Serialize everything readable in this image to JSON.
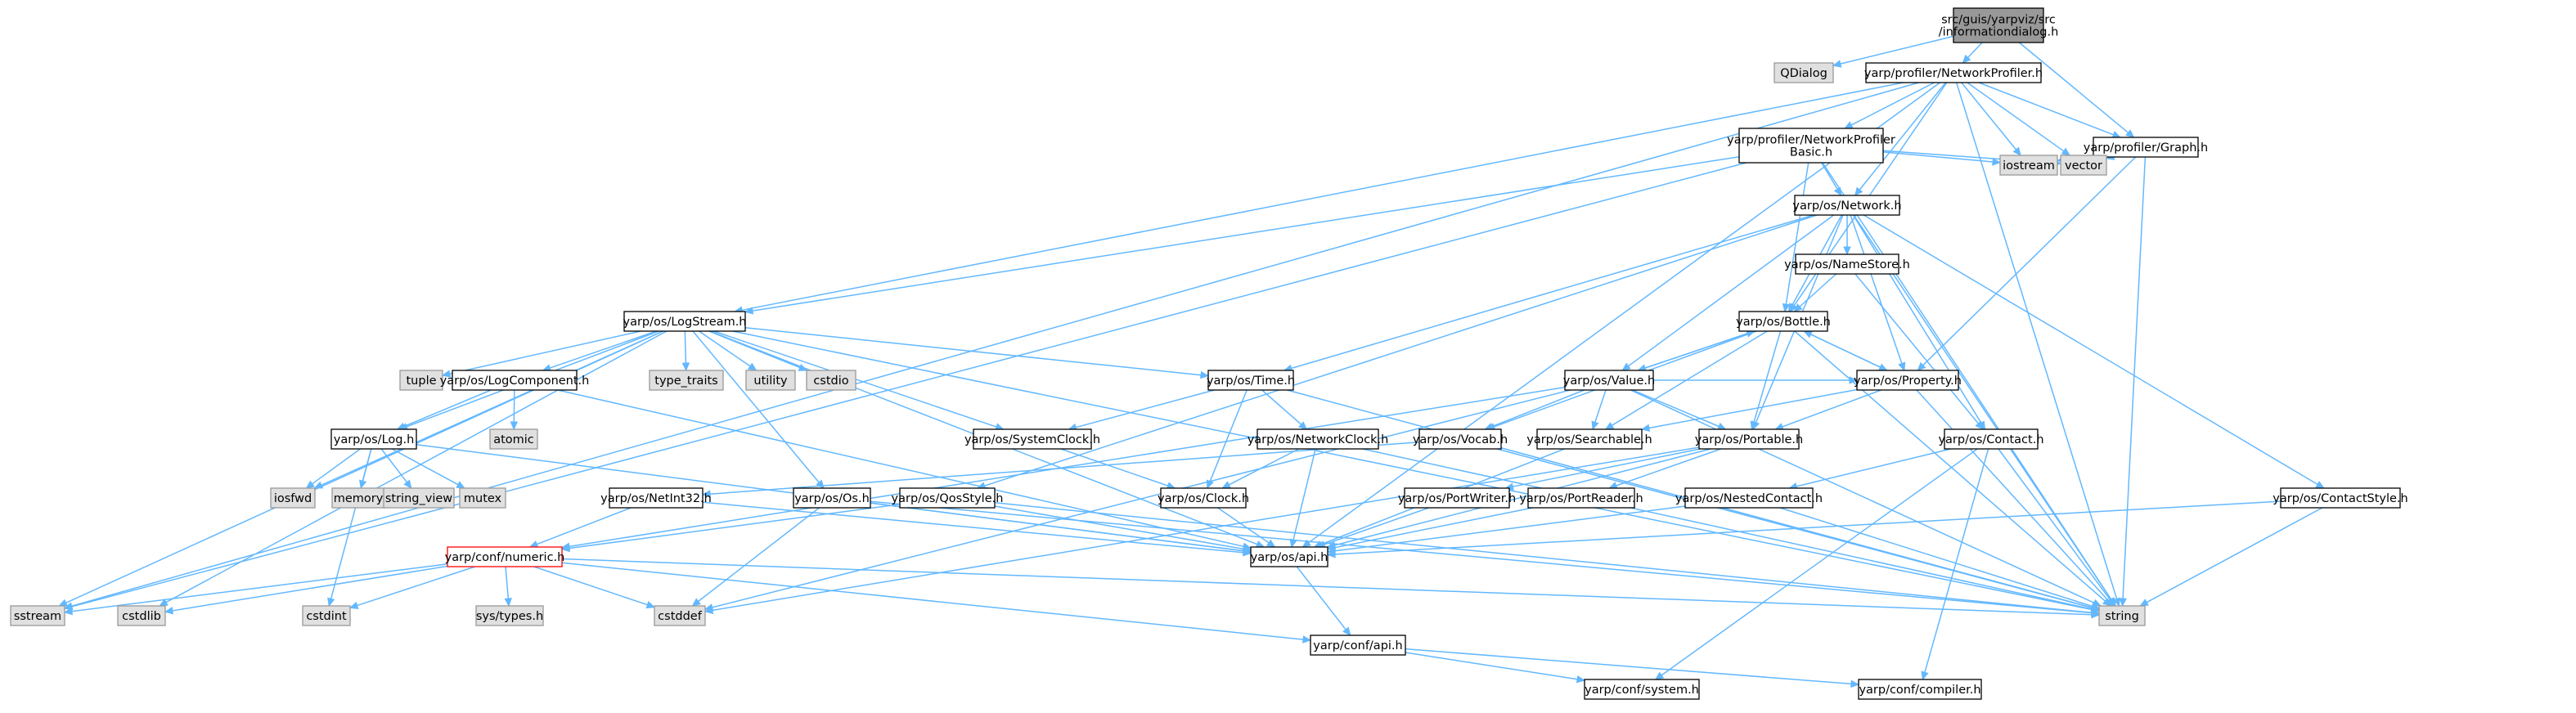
{
  "colors": {
    "edge": "#63b8ff",
    "root_fill": "#999999",
    "header_fill": "#ffffff",
    "header_stroke": "#000000",
    "system_fill": "#e0e0e0",
    "system_stroke": "#999999",
    "highlight_stroke": "#ff0000"
  },
  "nodes": {
    "root": {
      "label": [
        "src/guis/yarpviz/src",
        "/informationdialog.h"
      ],
      "kind": "root"
    },
    "qdialog": {
      "label": [
        "QDialog"
      ],
      "kind": "system"
    },
    "networkprofiler": {
      "label": [
        "yarp/profiler/NetworkProfiler.h"
      ],
      "kind": "header"
    },
    "npbasic": {
      "label": [
        "yarp/profiler/NetworkProfiler",
        "Basic.h"
      ],
      "kind": "header"
    },
    "graph": {
      "label": [
        "yarp/profiler/Graph.h"
      ],
      "kind": "header"
    },
    "iostream": {
      "label": [
        "iostream"
      ],
      "kind": "system"
    },
    "vector": {
      "label": [
        "vector"
      ],
      "kind": "system"
    },
    "network": {
      "label": [
        "yarp/os/Network.h"
      ],
      "kind": "header"
    },
    "namestore": {
      "label": [
        "yarp/os/NameStore.h"
      ],
      "kind": "header"
    },
    "bottle": {
      "label": [
        "yarp/os/Bottle.h"
      ],
      "kind": "header"
    },
    "value": {
      "label": [
        "yarp/os/Value.h"
      ],
      "kind": "header"
    },
    "property": {
      "label": [
        "yarp/os/Property.h"
      ],
      "kind": "header"
    },
    "logstream": {
      "label": [
        "yarp/os/LogStream.h"
      ],
      "kind": "header"
    },
    "tuple": {
      "label": [
        "tuple"
      ],
      "kind": "system"
    },
    "logcomponent": {
      "label": [
        "yarp/os/LogComponent.h"
      ],
      "kind": "header"
    },
    "type_traits": {
      "label": [
        "type_traits"
      ],
      "kind": "system"
    },
    "utility": {
      "label": [
        "utility"
      ],
      "kind": "system"
    },
    "cstdio": {
      "label": [
        "cstdio"
      ],
      "kind": "system"
    },
    "time": {
      "label": [
        "yarp/os/Time.h"
      ],
      "kind": "header"
    },
    "atomic": {
      "label": [
        "atomic"
      ],
      "kind": "system"
    },
    "log": {
      "label": [
        "yarp/os/Log.h"
      ],
      "kind": "header"
    },
    "systemclock": {
      "label": [
        "yarp/os/SystemClock.h"
      ],
      "kind": "header"
    },
    "networkclock": {
      "label": [
        "yarp/os/NetworkClock.h"
      ],
      "kind": "header"
    },
    "vocab": {
      "label": [
        "yarp/os/Vocab.h"
      ],
      "kind": "header"
    },
    "searchable": {
      "label": [
        "yarp/os/Searchable.h"
      ],
      "kind": "header"
    },
    "portable": {
      "label": [
        "yarp/os/Portable.h"
      ],
      "kind": "header"
    },
    "contact": {
      "label": [
        "yarp/os/Contact.h"
      ],
      "kind": "header"
    },
    "iosfwd": {
      "label": [
        "iosfwd"
      ],
      "kind": "system"
    },
    "memory": {
      "label": [
        "memory"
      ],
      "kind": "system"
    },
    "string_view": {
      "label": [
        "string_view"
      ],
      "kind": "system"
    },
    "mutex": {
      "label": [
        "mutex"
      ],
      "kind": "system"
    },
    "netint32": {
      "label": [
        "yarp/os/NetInt32.h"
      ],
      "kind": "header"
    },
    "os": {
      "label": [
        "yarp/os/Os.h"
      ],
      "kind": "header"
    },
    "qosstyle": {
      "label": [
        "yarp/os/QosStyle.h"
      ],
      "kind": "header"
    },
    "clock": {
      "label": [
        "yarp/os/Clock.h"
      ],
      "kind": "header"
    },
    "portwriter": {
      "label": [
        "yarp/os/PortWriter.h"
      ],
      "kind": "header"
    },
    "portreader": {
      "label": [
        "yarp/os/PortReader.h"
      ],
      "kind": "header"
    },
    "nestedcontact": {
      "label": [
        "yarp/os/NestedContact.h"
      ],
      "kind": "header"
    },
    "contactstyle": {
      "label": [
        "yarp/os/ContactStyle.h"
      ],
      "kind": "header"
    },
    "numeric": {
      "label": [
        "yarp/conf/numeric.h"
      ],
      "kind": "highlight"
    },
    "osapi": {
      "label": [
        "yarp/os/api.h"
      ],
      "kind": "header"
    },
    "sstream": {
      "label": [
        "sstream"
      ],
      "kind": "system"
    },
    "cstdlib": {
      "label": [
        "cstdlib"
      ],
      "kind": "system"
    },
    "cstdint": {
      "label": [
        "cstdint"
      ],
      "kind": "system"
    },
    "systypes": {
      "label": [
        "sys/types.h"
      ],
      "kind": "system"
    },
    "cstddef": {
      "label": [
        "cstddef"
      ],
      "kind": "system"
    },
    "string": {
      "label": [
        "string"
      ],
      "kind": "system"
    },
    "confapi": {
      "label": [
        "yarp/conf/api.h"
      ],
      "kind": "header"
    },
    "confsystem": {
      "label": [
        "yarp/conf/system.h"
      ],
      "kind": "header"
    },
    "confcompiler": {
      "label": [
        "yarp/conf/compiler.h"
      ],
      "kind": "header"
    }
  },
  "edges": [
    [
      "root",
      "qdialog"
    ],
    [
      "root",
      "networkprofiler"
    ],
    [
      "root",
      "graph"
    ],
    [
      "networkprofiler",
      "npbasic"
    ],
    [
      "networkprofiler",
      "graph"
    ],
    [
      "networkprofiler",
      "iostream"
    ],
    [
      "networkprofiler",
      "vector"
    ],
    [
      "networkprofiler",
      "network"
    ],
    [
      "networkprofiler",
      "bottle"
    ],
    [
      "networkprofiler",
      "logstream"
    ],
    [
      "networkprofiler",
      "osapi"
    ],
    [
      "networkprofiler",
      "sstream"
    ],
    [
      "networkprofiler",
      "string"
    ],
    [
      "npbasic",
      "iostream"
    ],
    [
      "npbasic",
      "vector"
    ],
    [
      "npbasic",
      "network"
    ],
    [
      "npbasic",
      "bottle"
    ],
    [
      "npbasic",
      "logstream"
    ],
    [
      "npbasic",
      "sstream"
    ],
    [
      "npbasic",
      "string"
    ],
    [
      "graph",
      "iostream"
    ],
    [
      "graph",
      "vector"
    ],
    [
      "graph",
      "property"
    ],
    [
      "graph",
      "string"
    ],
    [
      "network",
      "namestore"
    ],
    [
      "network",
      "bottle"
    ],
    [
      "network",
      "value"
    ],
    [
      "network",
      "property"
    ],
    [
      "network",
      "contact"
    ],
    [
      "network",
      "portable"
    ],
    [
      "network",
      "time"
    ],
    [
      "network",
      "qosstyle"
    ],
    [
      "network",
      "contactstyle"
    ],
    [
      "network",
      "string"
    ],
    [
      "namestore",
      "bottle"
    ],
    [
      "namestore",
      "contact"
    ],
    [
      "bottle",
      "value"
    ],
    [
      "bottle",
      "property"
    ],
    [
      "bottle",
      "portable"
    ],
    [
      "bottle",
      "searchable"
    ],
    [
      "bottle",
      "string"
    ],
    [
      "bottle",
      "vocab"
    ],
    [
      "value",
      "bottle"
    ],
    [
      "value",
      "property"
    ],
    [
      "value",
      "vocab"
    ],
    [
      "value",
      "searchable"
    ],
    [
      "value",
      "portable"
    ],
    [
      "value",
      "numeric"
    ],
    [
      "value",
      "cstddef"
    ],
    [
      "value",
      "string"
    ],
    [
      "property",
      "bottle"
    ],
    [
      "property",
      "portable"
    ],
    [
      "property",
      "searchable"
    ],
    [
      "property",
      "string"
    ],
    [
      "logstream",
      "tuple"
    ],
    [
      "logstream",
      "logcomponent"
    ],
    [
      "logstream",
      "type_traits"
    ],
    [
      "logstream",
      "utility"
    ],
    [
      "logstream",
      "cstdio"
    ],
    [
      "logstream",
      "time"
    ],
    [
      "logstream",
      "log"
    ],
    [
      "logstream",
      "systemclock"
    ],
    [
      "logstream",
      "os"
    ],
    [
      "logstream",
      "iosfwd"
    ],
    [
      "logstream",
      "sstream"
    ],
    [
      "logstream",
      "cstdlib"
    ],
    [
      "logstream",
      "osapi"
    ],
    [
      "logstream",
      "string"
    ],
    [
      "logcomponent",
      "atomic"
    ],
    [
      "logcomponent",
      "log"
    ],
    [
      "logcomponent",
      "osapi"
    ],
    [
      "log",
      "iosfwd"
    ],
    [
      "log",
      "memory"
    ],
    [
      "log",
      "string_view"
    ],
    [
      "log",
      "mutex"
    ],
    [
      "log",
      "cstdint"
    ],
    [
      "log",
      "osapi"
    ],
    [
      "time",
      "systemclock"
    ],
    [
      "time",
      "networkclock"
    ],
    [
      "time",
      "clock"
    ],
    [
      "time",
      "string"
    ],
    [
      "systemclock",
      "clock"
    ],
    [
      "networkclock",
      "clock"
    ],
    [
      "networkclock",
      "osapi"
    ],
    [
      "networkclock",
      "string"
    ],
    [
      "vocab",
      "netint32"
    ],
    [
      "vocab",
      "string"
    ],
    [
      "searchable",
      "osapi"
    ],
    [
      "portable",
      "portwriter"
    ],
    [
      "portable",
      "portreader"
    ],
    [
      "portable",
      "osapi"
    ],
    [
      "portable",
      "cstddef"
    ],
    [
      "contact",
      "nestedcontact"
    ],
    [
      "contact",
      "string"
    ],
    [
      "contact",
      "confsystem"
    ],
    [
      "contact",
      "confcompiler"
    ],
    [
      "netint32",
      "numeric"
    ],
    [
      "netint32",
      "osapi"
    ],
    [
      "os",
      "osapi"
    ],
    [
      "os",
      "cstddef"
    ],
    [
      "os",
      "string"
    ],
    [
      "qosstyle",
      "osapi"
    ],
    [
      "qosstyle",
      "numeric"
    ],
    [
      "qosstyle",
      "string"
    ],
    [
      "clock",
      "osapi"
    ],
    [
      "portwriter",
      "osapi"
    ],
    [
      "portreader",
      "osapi"
    ],
    [
      "nestedcontact",
      "osapi"
    ],
    [
      "nestedcontact",
      "string"
    ],
    [
      "contactstyle",
      "osapi"
    ],
    [
      "contactstyle",
      "string"
    ],
    [
      "numeric",
      "sstream"
    ],
    [
      "numeric",
      "cstdlib"
    ],
    [
      "numeric",
      "cstdint"
    ],
    [
      "numeric",
      "systypes"
    ],
    [
      "numeric",
      "cstddef"
    ],
    [
      "numeric",
      "string"
    ],
    [
      "numeric",
      "confapi"
    ],
    [
      "osapi",
      "confapi"
    ],
    [
      "confapi",
      "confsystem"
    ],
    [
      "confapi",
      "confcompiler"
    ]
  ]
}
